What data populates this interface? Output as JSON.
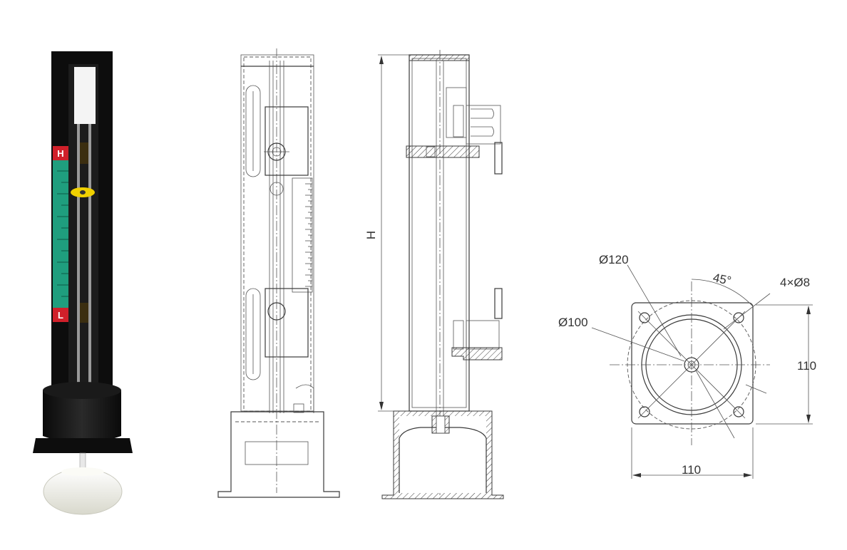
{
  "photo": {
    "high_mark": "H",
    "low_mark": "L",
    "colors": {
      "body": "#111111",
      "scale": "#1f9e7e",
      "float": "#f5f5ee",
      "marker": "#f0d000",
      "label_red": "#d0202a"
    }
  },
  "side_view": {
    "height_label": "H"
  },
  "flange_view": {
    "dim_outer_circle": "Ø120",
    "dim_inner_circle": "Ø100",
    "dim_angle": "45°",
    "dim_holes": "4×Ø8",
    "dim_width": "110",
    "dim_height": "110"
  }
}
